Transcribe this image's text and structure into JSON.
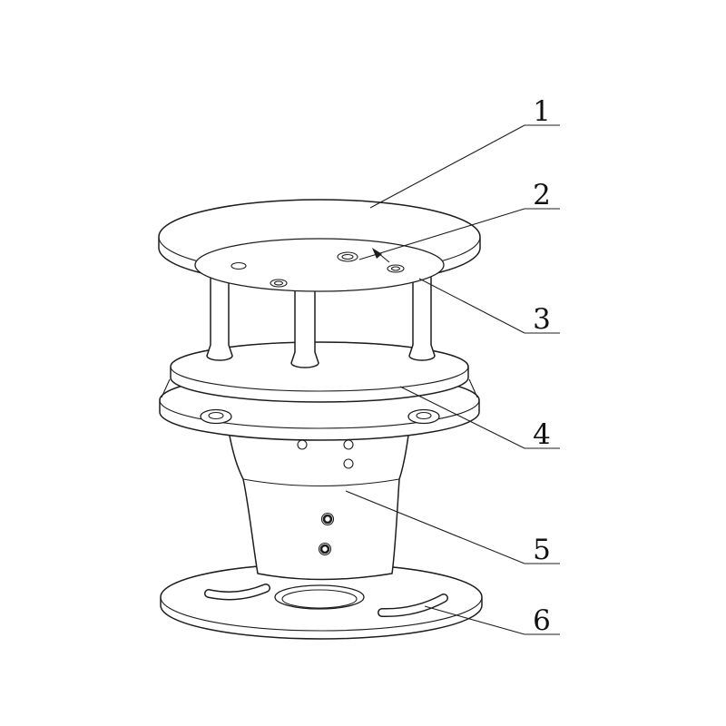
{
  "diagram": {
    "colors": {
      "background": "#ffffff",
      "line": "#1e1e1e",
      "label_text": "#111111"
    },
    "callouts": [
      {
        "label": "1"
      },
      {
        "label": "2"
      },
      {
        "label": "3"
      },
      {
        "label": "4"
      },
      {
        "label": "5"
      },
      {
        "label": "6"
      }
    ]
  }
}
